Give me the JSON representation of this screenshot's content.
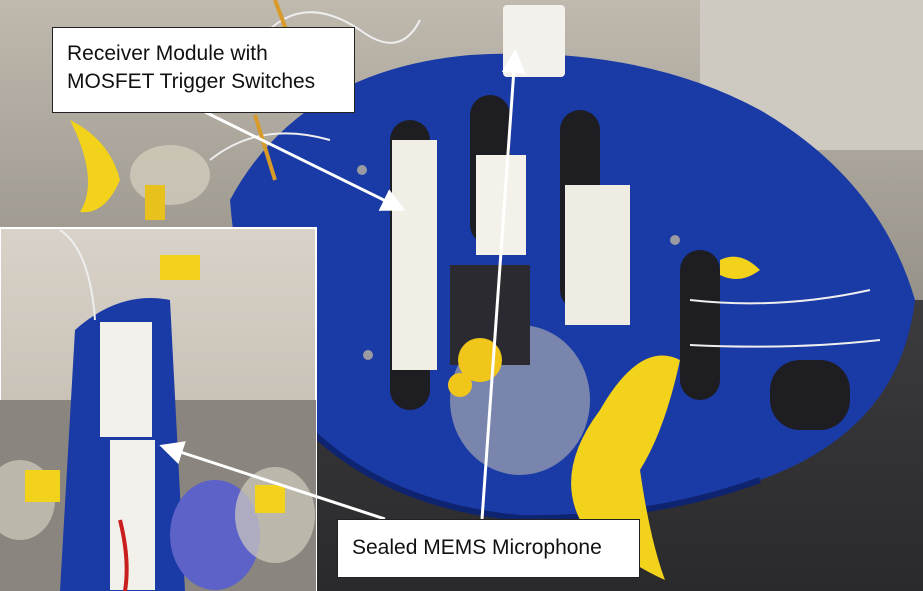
{
  "labels": {
    "receiver_line1": "Receiver Module with",
    "receiver_line2": "MOSFET Trigger Switches",
    "microphone": "Sealed MEMS Microphone"
  },
  "colors": {
    "fish_body_blue": "#1a3aa6",
    "fin_yellow": "#f2d21a",
    "callout_background": "#ffffff"
  }
}
